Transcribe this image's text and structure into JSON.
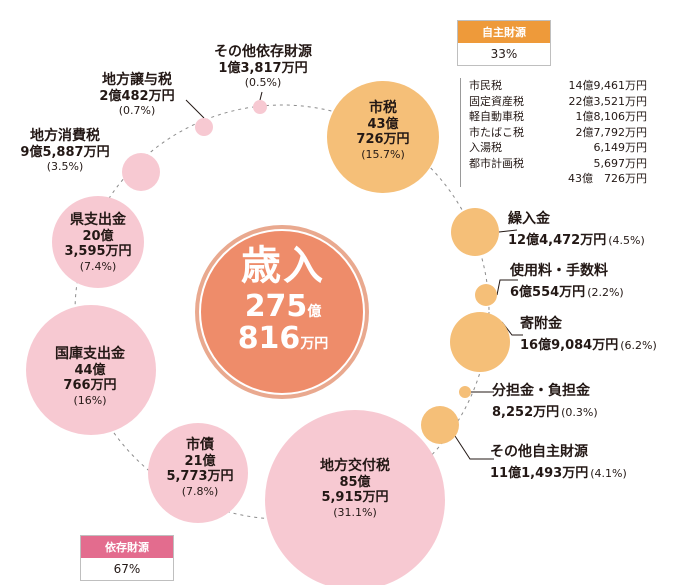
{
  "chart_data": {
    "type": "bubble",
    "center": {
      "label": "歳入",
      "amount_main": "275",
      "amount_main_unit": "億",
      "amount_sub": "816",
      "amount_sub_unit": "万円"
    },
    "colors": {
      "own": "#f5bf78",
      "dependent": "#f7c9d2",
      "center_fill": "#ee8c6a",
      "center_ring": "#e9a98f",
      "leader": "#231815"
    },
    "items": [
      {
        "id": "shizei",
        "label": "市税",
        "amount_line1": "43億",
        "amount_line2": "726万円",
        "percent": "(15.7%)",
        "value": 15.7,
        "group": "own"
      },
      {
        "id": "kurikoshi",
        "label": "繰入金",
        "amount_line1": "12億4,472万円",
        "percent": "(4.5%)",
        "value": 4.5,
        "group": "own"
      },
      {
        "id": "shiyoryo",
        "label": "使用料・手数料",
        "amount_line1": "6億554万円",
        "percent": "(2.2%)",
        "value": 2.2,
        "group": "own"
      },
      {
        "id": "kifukin",
        "label": "寄附金",
        "amount_line1": "16億9,084万円",
        "percent": "(6.2%)",
        "value": 6.2,
        "group": "own"
      },
      {
        "id": "buntankin",
        "label": "分担金・負担金",
        "amount_line1": "8,252万円",
        "percent": "(0.3%)",
        "value": 0.3,
        "group": "own"
      },
      {
        "id": "sonota_jishu",
        "label": "その他自主財源",
        "amount_line1": "11億1,493万円",
        "percent": "(4.1%)",
        "value": 4.1,
        "group": "own"
      },
      {
        "id": "chiho_kofuzei",
        "label": "地方交付税",
        "amount_line1": "85億",
        "amount_line2": "5,915万円",
        "percent": "(31.1%)",
        "value": 31.1,
        "group": "dependent"
      },
      {
        "id": "shisai",
        "label": "市債",
        "amount_line1": "21億",
        "amount_line2": "5,773万円",
        "percent": "(7.8%)",
        "value": 7.8,
        "group": "dependent"
      },
      {
        "id": "kokko",
        "label": "国庫支出金",
        "amount_line1": "44億",
        "amount_line2": "766万円",
        "percent": "(16%)",
        "value": 16,
        "group": "dependent"
      },
      {
        "id": "ken",
        "label": "県支出金",
        "amount_line1": "20億",
        "amount_line2": "3,595万円",
        "percent": "(7.4%)",
        "value": 7.4,
        "group": "dependent"
      },
      {
        "id": "shohizei",
        "label": "地方消費税",
        "amount_line1": "9億5,887万円",
        "percent": "(3.5%)",
        "value": 3.5,
        "group": "dependent"
      },
      {
        "id": "joyozei",
        "label": "地方譲与税",
        "amount_line1": "2億482万円",
        "percent": "(0.7%)",
        "value": 0.7,
        "group": "dependent"
      },
      {
        "id": "sonota_izon",
        "label": "その他依存財源",
        "amount_line1": "1億3,817万円",
        "percent": "(0.5%)",
        "value": 0.5,
        "group": "dependent"
      }
    ],
    "own_source": {
      "label": "自主財源",
      "percent": "33%",
      "color": "#ee9a3a"
    },
    "dependent_source": {
      "label": "依存財源",
      "percent": "67%",
      "color": "#e36c8e"
    },
    "shizei_breakdown": [
      {
        "name": "市民税",
        "value": "14億9,461万円"
      },
      {
        "name": "固定資産税",
        "value": "22億3,521万円"
      },
      {
        "name": "軽自動車税",
        "value": "1億8,106万円"
      },
      {
        "name": "市たばこ税",
        "value": "2億7,792万円"
      },
      {
        "name": "入湯税",
        "value": "6,149万円"
      },
      {
        "name": "都市計画税",
        "value": "5,697万円"
      }
    ],
    "shizei_breakdown_total": "43億　726万円"
  }
}
